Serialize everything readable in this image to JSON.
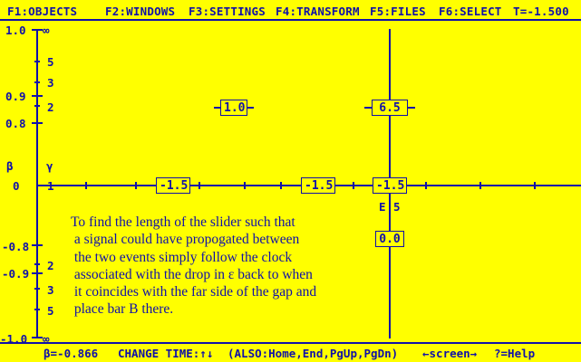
{
  "menu": [
    {
      "label": "F1:OBJECTS"
    },
    {
      "label": "F2:WINDOWS"
    },
    {
      "label": "F3:SETTINGS"
    },
    {
      "label": "F4:TRANSFORM"
    },
    {
      "label": "F5:FILES"
    },
    {
      "label": "F6:SELECT"
    },
    {
      "label": "T=-1.500"
    }
  ],
  "beta_axis": {
    "title": "β",
    "ticks": [
      "1.0",
      "0.9",
      "0.8",
      "0",
      "-0.8",
      "-0.9",
      "-1.0"
    ]
  },
  "gamma_axis": {
    "title": "γ",
    "ticks": [
      "∞",
      "5",
      "3",
      "2",
      "1",
      "2",
      "3",
      "5",
      "∞"
    ]
  },
  "interval_boxes": [
    "1.0",
    "6.5",
    "-1.5",
    "-1.5",
    "-1.5",
    "0.0"
  ],
  "event_labels": {
    "e": "E",
    "five": "5"
  },
  "caption": [
    "To find the length of the slider such that",
    " a signal could have propogated between",
    " the two events simply follow the clock",
    " associated with the drop in ε back to when",
    " it coincides with the far side of the gap and",
    " place bar B there."
  ],
  "status": {
    "beta": "β=-0.866",
    "change_time": "CHANGE TIME:↑↓",
    "also": "(ALSO:Home,End,PgUp,PgDn)",
    "screen": "←screen→",
    "help": "?=Help"
  },
  "colors": {
    "background": "#ffff00",
    "foreground": "#1010a8"
  }
}
